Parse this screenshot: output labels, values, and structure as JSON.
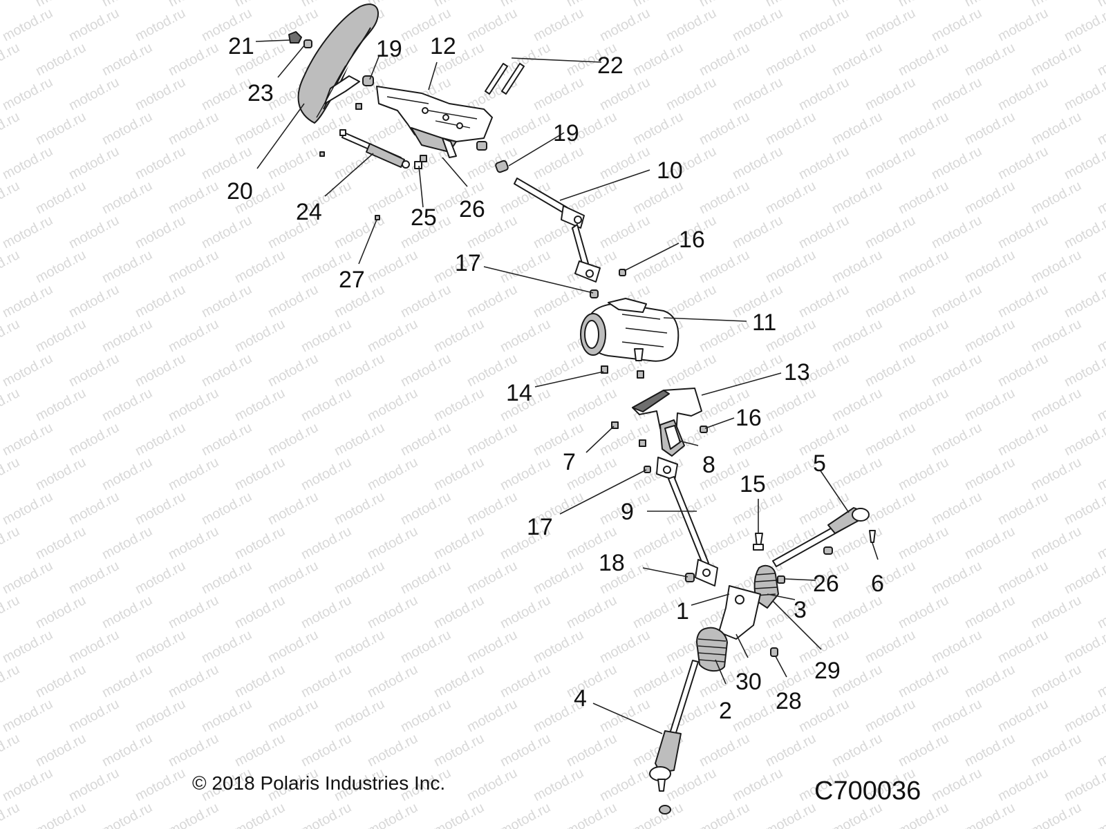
{
  "watermark_text": "motod.ru",
  "copyright": "© 2018 Polaris Industries Inc.",
  "drawing_code": "C700036",
  "callouts": [
    "21",
    "19",
    "12",
    "22",
    "23",
    "20",
    "24",
    "25",
    "26",
    "19",
    "10",
    "27",
    "17",
    "16",
    "11",
    "14",
    "13",
    "16",
    "7",
    "8",
    "5",
    "17",
    "9",
    "15",
    "18",
    "26",
    "6",
    "1",
    "3",
    "30",
    "29",
    "28",
    "2",
    "4"
  ]
}
